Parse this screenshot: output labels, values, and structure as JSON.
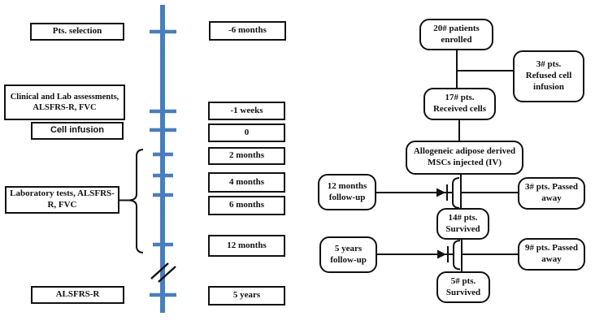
{
  "colors": {
    "timeline_blue": "#4a7ebb",
    "line_black": "#111111"
  },
  "timeline": {
    "event_boxes": [
      {
        "label": "Pts. selection"
      },
      {
        "label": "Clinical and Lab assessments,\nALSFRS-R, FVC"
      },
      {
        "label": "Cell infusion"
      },
      {
        "label": "Laboratory tests, ALSFRS-\nR, FVC"
      },
      {
        "label": "ALSFRS-R"
      }
    ],
    "time_boxes": [
      {
        "label": "-6 months"
      },
      {
        "label": "-1 weeks"
      },
      {
        "label": "0"
      },
      {
        "label": "2 months"
      },
      {
        "label": "4 months"
      },
      {
        "label": "6 months"
      },
      {
        "label": "12 months"
      },
      {
        "label": "5 years"
      }
    ]
  },
  "flowchart": {
    "nodes": [
      {
        "label": "20# patients\nenrolled"
      },
      {
        "label": "3# pts.\nRefused cell\ninfusion"
      },
      {
        "label": "17# pts.\nReceived cells"
      },
      {
        "label": "Allogeneic adipose derived\nMSCs injected (IV)"
      },
      {
        "label": "12 months\nfollow-up"
      },
      {
        "label": "3# pts. Passed\naway"
      },
      {
        "label": "14# pts.\nSurvived"
      },
      {
        "label": "5 years\nfollow-up"
      },
      {
        "label": "9# pts. Passed\naway"
      },
      {
        "label": "5# pts.\nSurvived"
      }
    ]
  }
}
